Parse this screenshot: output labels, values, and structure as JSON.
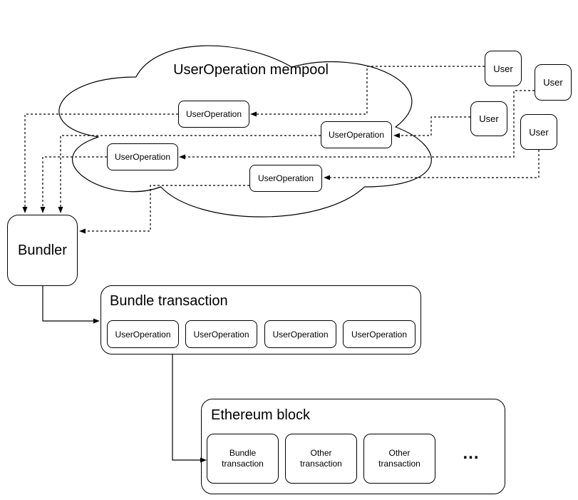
{
  "colors": {
    "background": "#ffffff",
    "stroke": "#000000",
    "text": "#000000"
  },
  "mempool": {
    "title": "UserOperation mempool",
    "operations": [
      {
        "label": "UserOperation"
      },
      {
        "label": "UserOperation"
      },
      {
        "label": "UserOperation"
      },
      {
        "label": "UserOperation"
      }
    ]
  },
  "users": [
    {
      "label": "User"
    },
    {
      "label": "User"
    },
    {
      "label": "User"
    },
    {
      "label": "User"
    }
  ],
  "bundler": {
    "label": "Bundler"
  },
  "bundle_transaction": {
    "title": "Bundle transaction",
    "operations": [
      {
        "label": "UserOperation"
      },
      {
        "label": "UserOperation"
      },
      {
        "label": "UserOperation"
      },
      {
        "label": "UserOperation"
      }
    ]
  },
  "ethereum_block": {
    "title": "Ethereum block",
    "transactions": [
      {
        "label": "Bundle transaction"
      },
      {
        "label": "Other transaction"
      },
      {
        "label": "Other transaction"
      }
    ],
    "ellipsis": "..."
  }
}
